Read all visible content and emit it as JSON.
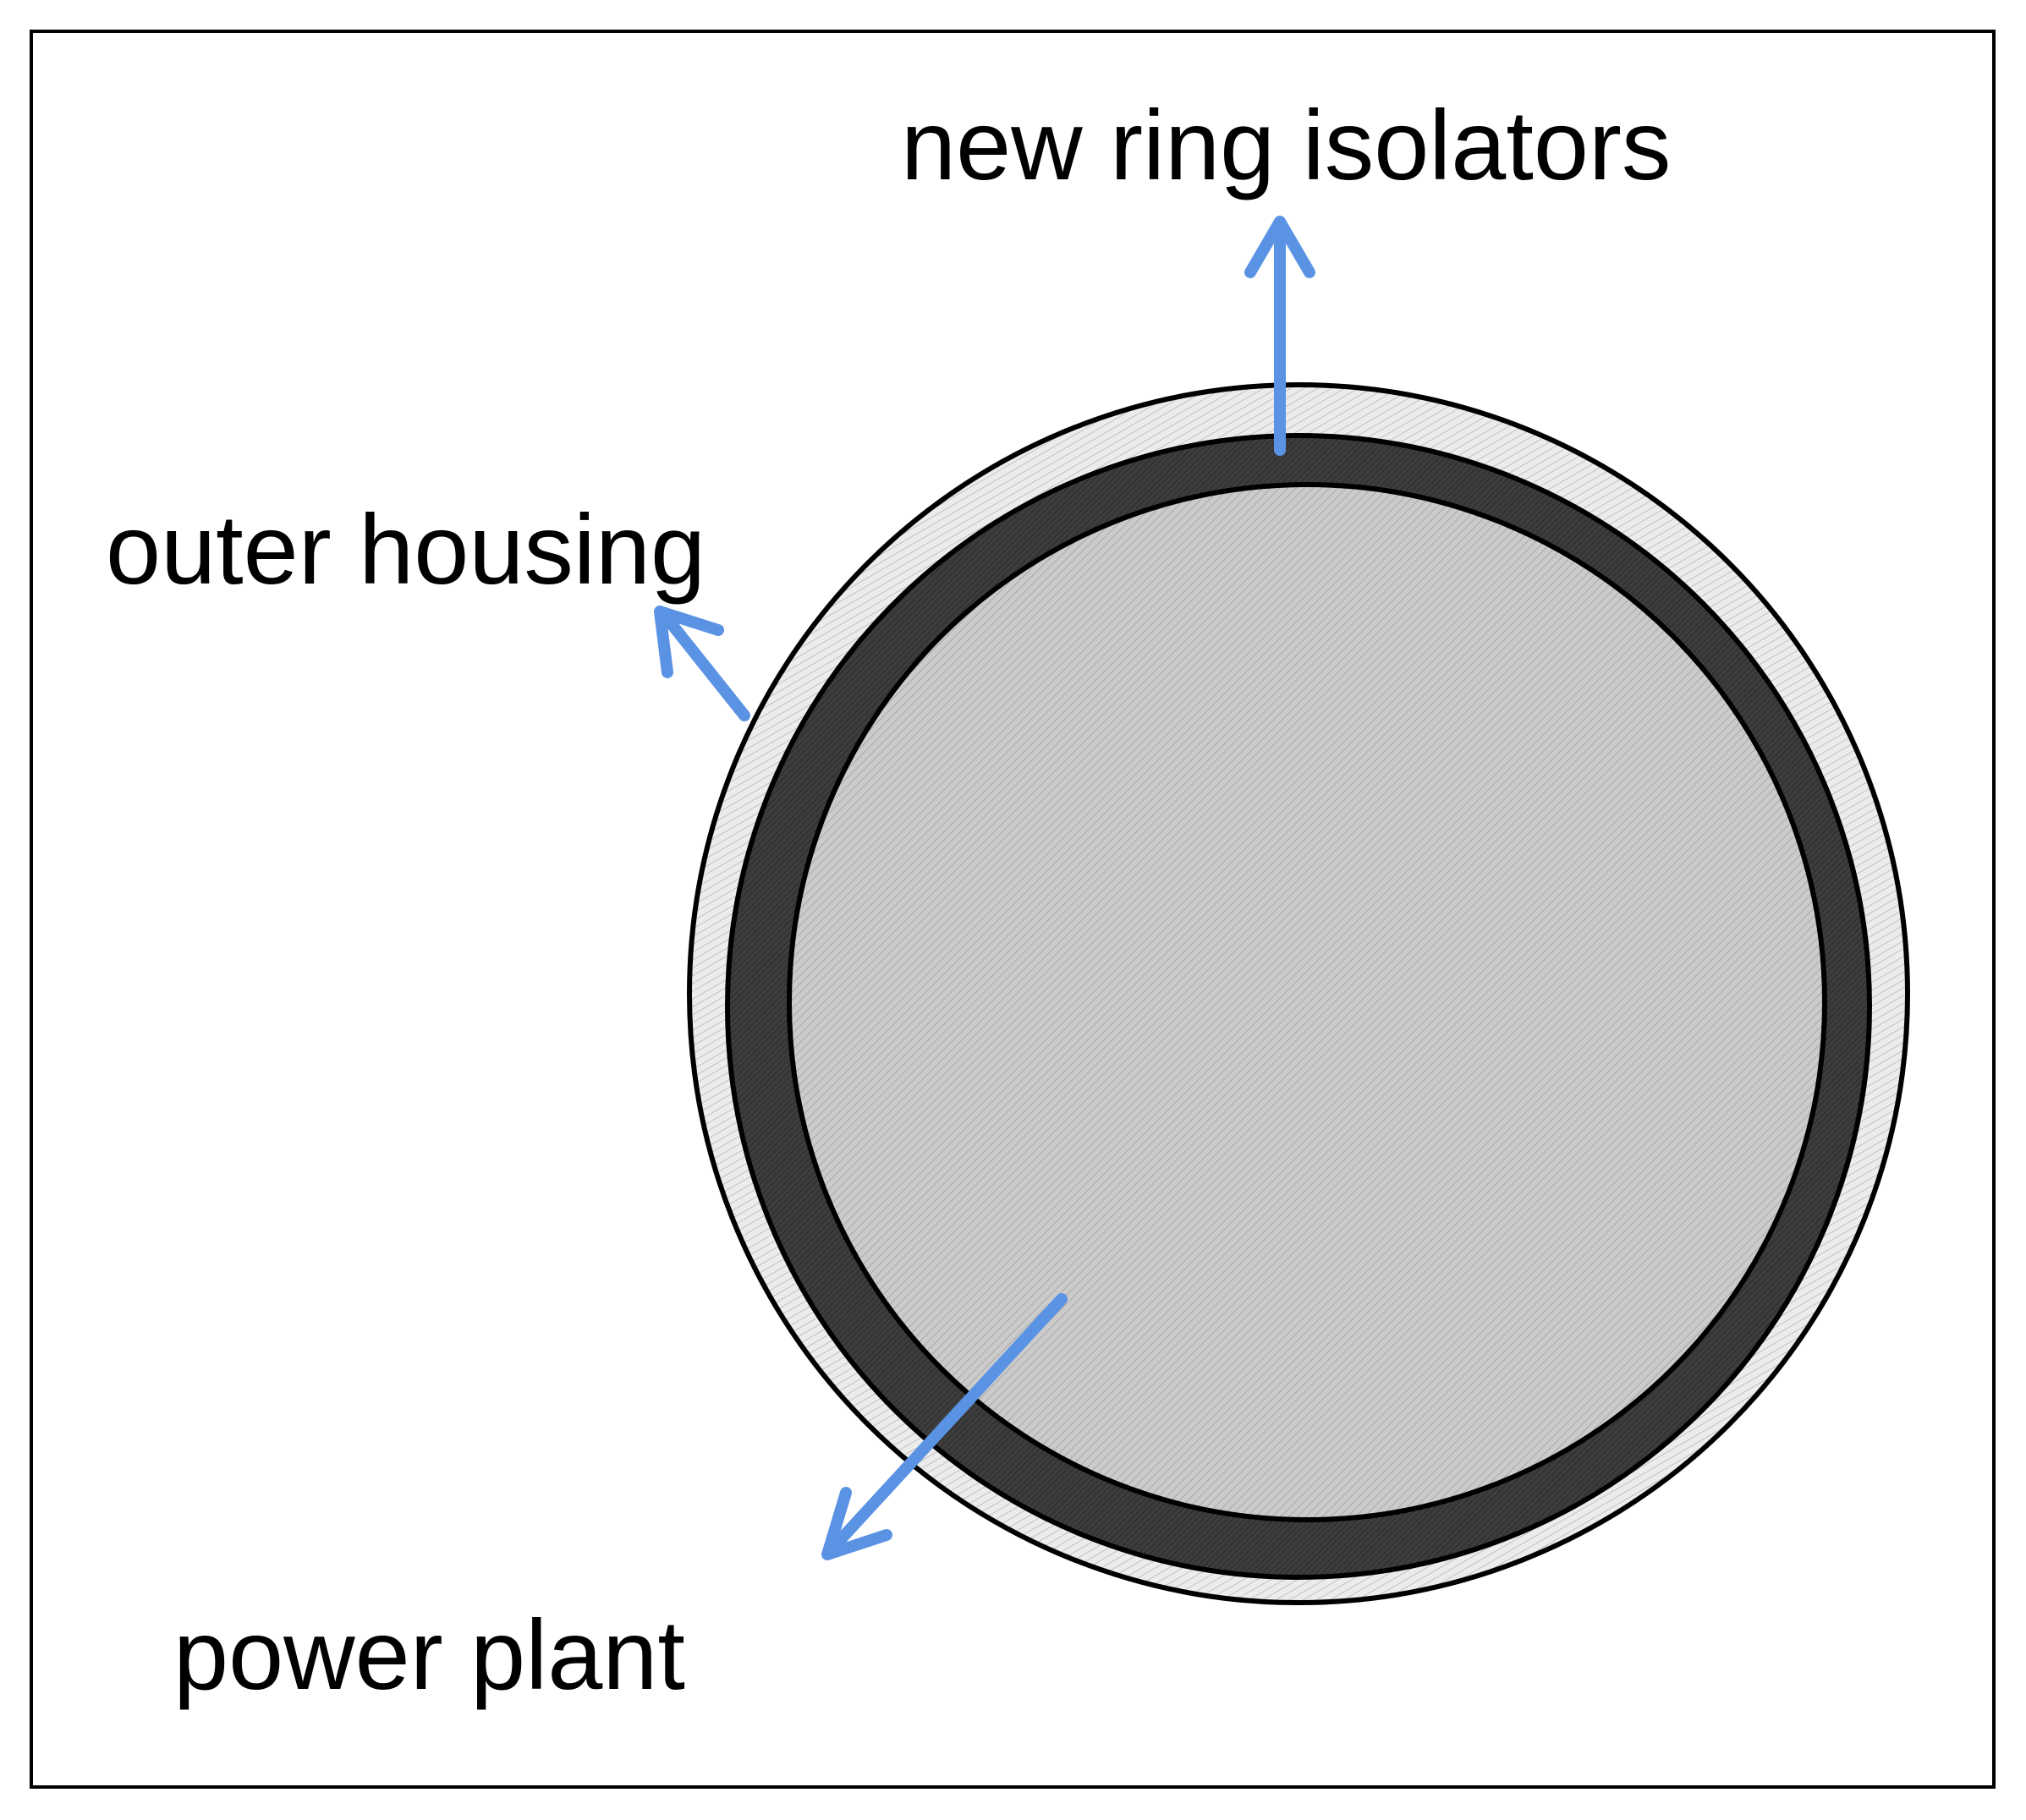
{
  "labels": {
    "ring_isolators": "new ring isolators",
    "outer_housing": "outer housing",
    "power_plant": "power plant"
  },
  "colors": {
    "arrow": "#5b93e4",
    "isolator_ring": "#3b3b3b",
    "housing_fill": "#e7e7e7",
    "core_fill": "#c7c7c7",
    "outline": "#000000",
    "background": "#ffffff"
  }
}
